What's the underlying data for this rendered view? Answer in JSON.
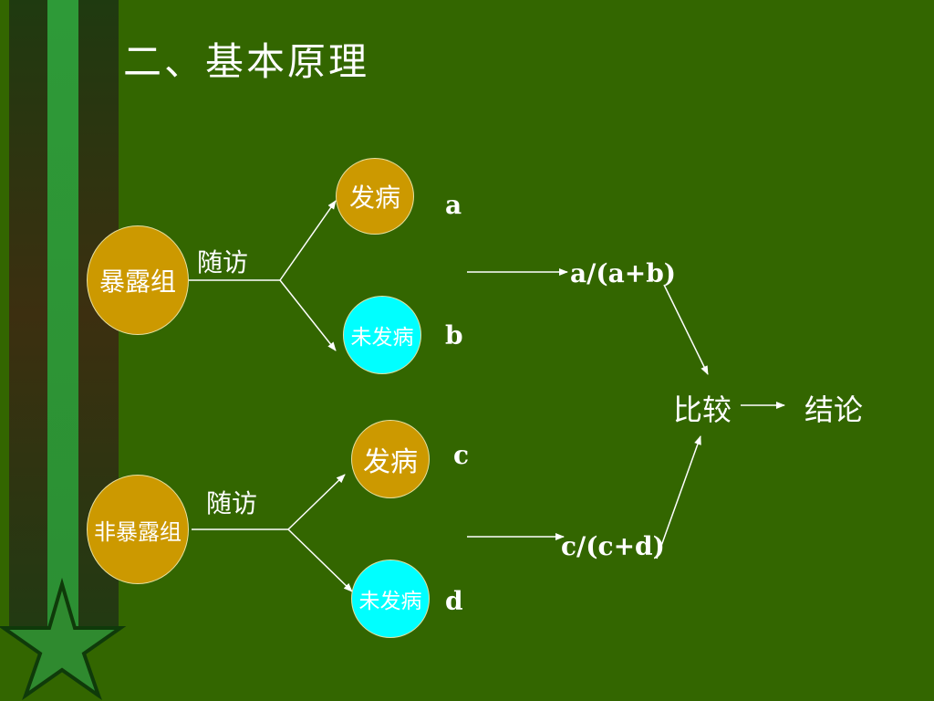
{
  "slide": {
    "title": "二、基本原理"
  },
  "diagram": {
    "exposed_group": "暴露组",
    "unexposed_group": "非暴露组",
    "follow_up_top": "随访",
    "follow_up_bottom": "随访",
    "diseased_top": "发病",
    "not_diseased_top": "未发病",
    "diseased_bottom": "发病",
    "not_diseased_bottom": "未发病",
    "count_a": "a",
    "count_b": "b",
    "count_c": "c",
    "count_d": "d",
    "rate_exposed": "a/(a+b)",
    "rate_unexposed": "c/(c+d)",
    "compare": "比较",
    "conclusion": "结论"
  },
  "colors": {
    "background": "#336600",
    "node_gold": "#cc9900",
    "node_cyan": "#00ffff",
    "text": "#ffffff"
  }
}
